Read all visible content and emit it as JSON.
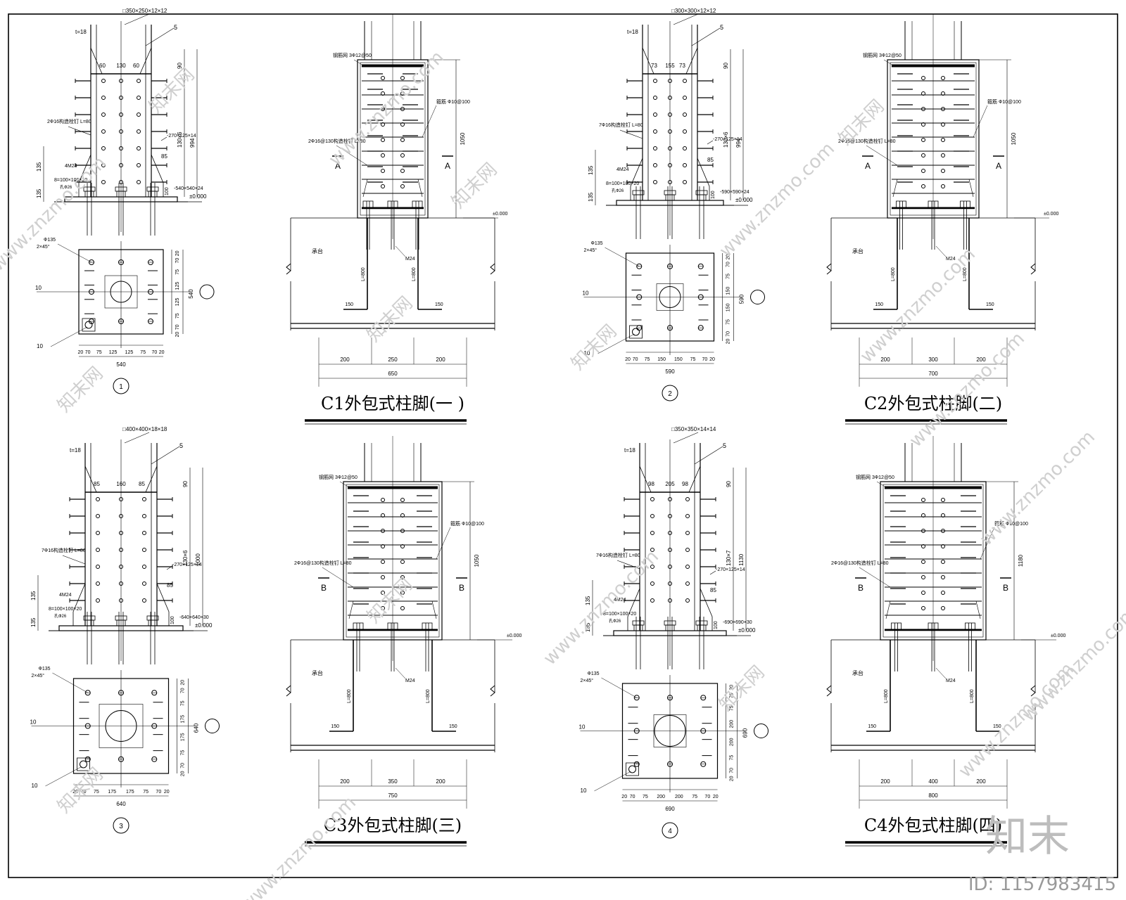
{
  "details": [
    {
      "col": "□350×250×12×12",
      "plate": "-540×540×24",
      "studs": "2Ф16构造栓钉 L=80",
      "stiff": "-270×125×14",
      "pitch": "130×6",
      "len994": "994",
      "mark": "1",
      "plan_total": "540",
      "plan_w": [
        "20",
        "70",
        "75",
        "125",
        "125",
        "75",
        "70",
        "20"
      ],
      "plan_h": [
        "20",
        "70",
        "75",
        "125",
        "125",
        "75",
        "70",
        "20"
      ],
      "top": [
        "60",
        "130",
        "60"
      ]
    },
    {
      "col": "□300×300×12×12",
      "plate": "-590×590×24",
      "studs": "7Ф16构造栓钉 L=80",
      "stiff": "-270×125×14",
      "pitch": "130×6",
      "len994": "994",
      "mark": "2",
      "plan_total": "590",
      "plan_w": [
        "20",
        "70",
        "75",
        "150",
        "150",
        "75",
        "70",
        "20"
      ],
      "plan_h": [
        "20",
        "70",
        "75",
        "150",
        "150",
        "75",
        "70",
        "20"
      ],
      "top": [
        "73",
        "155",
        "73"
      ]
    },
    {
      "col": "□400×400×18×18",
      "plate": "-640×640×30",
      "studs": "7Ф16构造栓钉 L=80",
      "stiff": "-270×125×14",
      "pitch": "130×6",
      "len994": "1000",
      "mark": "3",
      "plan_total": "640",
      "plan_w": [
        "20",
        "70",
        "75",
        "175",
        "175",
        "75",
        "70",
        "20"
      ],
      "plan_h": [
        "20",
        "70",
        "75",
        "175",
        "175",
        "75",
        "70",
        "20"
      ],
      "top": [
        "85",
        "160",
        "85"
      ]
    },
    {
      "col": "□350×350×14×14",
      "plate": "-690×690×30",
      "studs": "7Ф16构造栓钉 L=80",
      "stiff": "-270×125×14",
      "pitch": "130×7",
      "len994": "1130",
      "mark": "4",
      "plan_total": "690",
      "plan_w": [
        "20",
        "70",
        "75",
        "200",
        "200",
        "75",
        "70",
        "20"
      ],
      "plan_h": [
        "20",
        "70",
        "75",
        "200",
        "200",
        "75",
        "70",
        "20"
      ],
      "top": [
        "98",
        "205",
        "98"
      ]
    }
  ],
  "common": {
    "t18": "t=18",
    "five": "5",
    "ninety": "90",
    "eightyfive": "85",
    "hundred": "100",
    "onethirtyfive": "135",
    "anchor": "4M24",
    "washer": "8=100×100×20",
    "washer2": "孔Ф26",
    "zero": "±0.000",
    "hole": "Ф135",
    "chamfer": "2×45°",
    "ten": "10",
    "cheng": "承台",
    "L800": "L=800",
    "hundredfifty": "150",
    "M24": "M24",
    "topbar": "钢筋网 3Ф12@50",
    "stirrup": "箍筋 Ф10@100",
    "studs2": "2Ф16@130构造栓钉 L=80",
    "A": "A",
    "B": "B"
  },
  "encasements": [
    {
      "title": "C1外包式柱脚(一 )",
      "height": "1050",
      "dims": [
        "200",
        "250",
        "200"
      ],
      "total": "650",
      "sec": "A"
    },
    {
      "title": "C2外包式柱脚(二)",
      "height": "1050",
      "dims": [
        "200",
        "300",
        "200"
      ],
      "total": "700",
      "sec": "A"
    },
    {
      "title": "C3外包式柱脚(三)",
      "height": "1050",
      "dims": [
        "200",
        "350",
        "200"
      ],
      "total": "750",
      "sec": "B"
    },
    {
      "title": "C4外包式柱脚(四)",
      "height": "1180",
      "dims": [
        "200",
        "400",
        "200"
      ],
      "total": "800",
      "sec": "B"
    }
  ],
  "watermark": {
    "site": "znzmo.com",
    "url": "www.znzmo.com",
    "brand": "知末网",
    "logo": "知末",
    "id": "ID: 1157983415"
  }
}
